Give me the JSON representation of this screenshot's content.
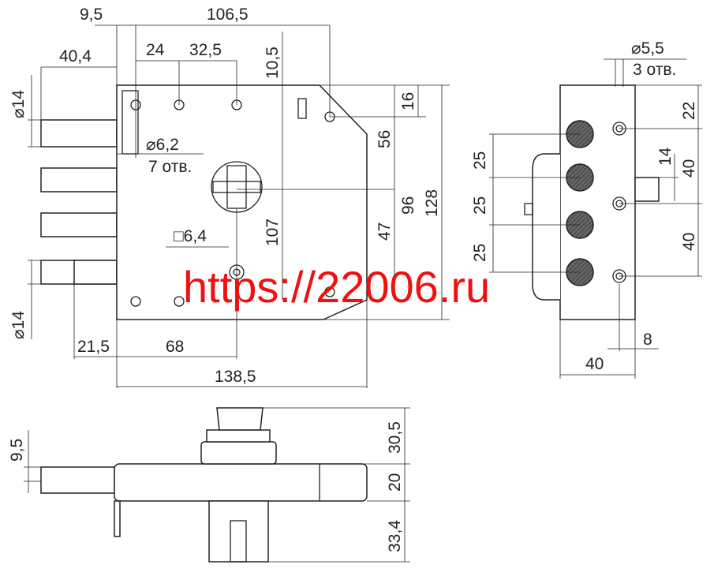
{
  "front_view": {
    "dims": {
      "d9_5": "9,5",
      "d106_5": "106,5",
      "d24": "24",
      "d32_5": "32,5",
      "d10_5": "10,5",
      "d40_4": "40,4",
      "d14_top": "⌀14",
      "d6_2": "⌀6,2",
      "holes7": "7 отв.",
      "d16": "16",
      "d56": "56",
      "d96": "96",
      "d128": "128",
      "d47": "47",
      "d107": "107",
      "sq6_4": "□6,4",
      "d14_bottom": "⌀14",
      "d21_5": "21,5",
      "d68": "68",
      "d138_5": "138,5"
    }
  },
  "side_view": {
    "dims": {
      "d5_5": "⌀5,5",
      "holes3": "3 отв.",
      "d22": "22",
      "d25a": "25",
      "d25b": "25",
      "d25c": "25",
      "d14": "14",
      "d40a": "40",
      "d40b": "40",
      "d8": "8",
      "d40c": "40"
    }
  },
  "bottom_view": {
    "dims": {
      "d9_5": "9,5",
      "d30_5": "30,5",
      "d20": "20",
      "d33_4": "33,4"
    }
  },
  "watermark": "https://22006.ru",
  "colors": {
    "watermark": "#f01010",
    "bolt_fill": "#555555"
  }
}
